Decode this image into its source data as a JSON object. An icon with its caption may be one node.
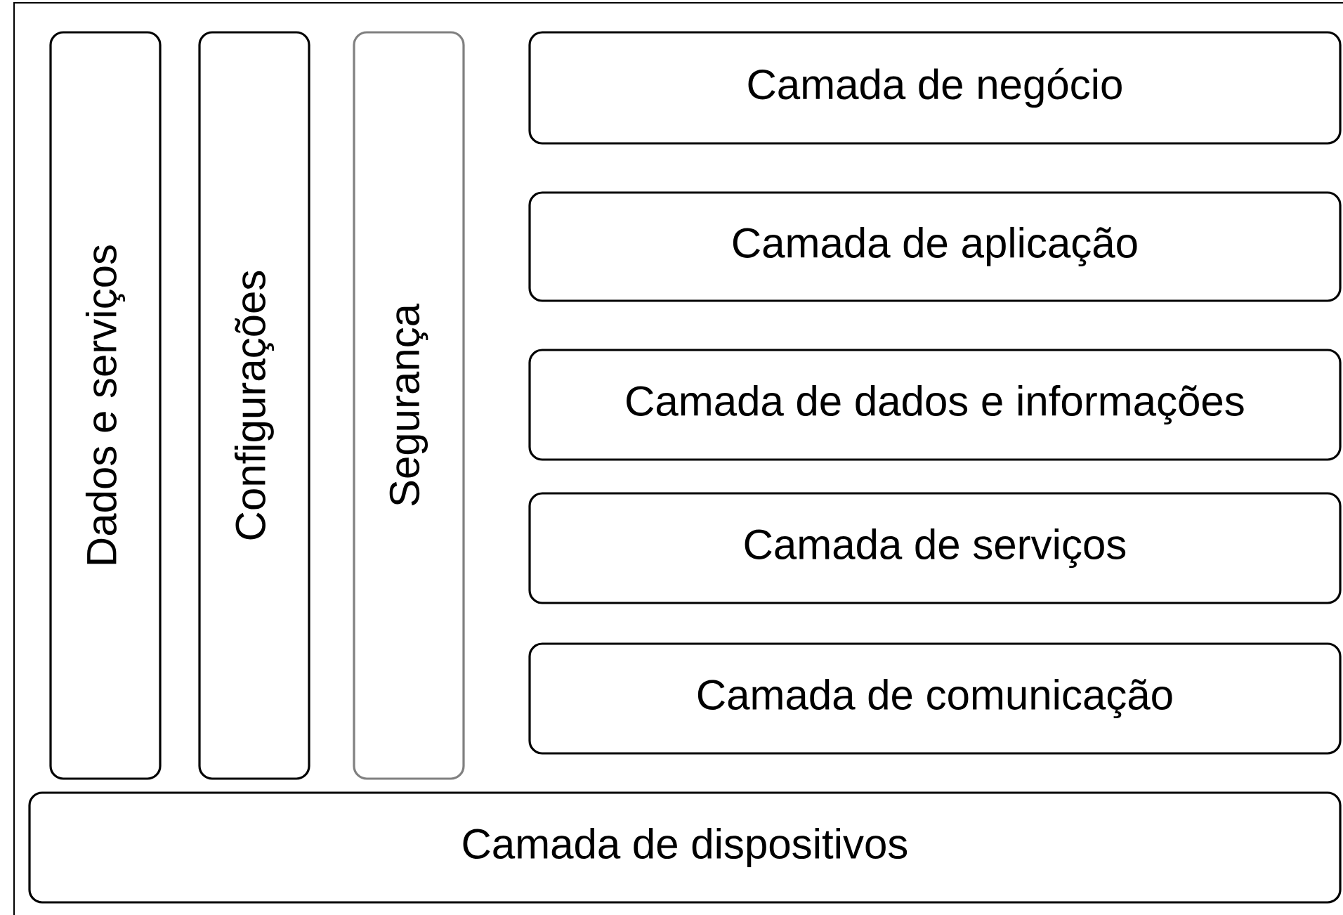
{
  "diagram": {
    "nodes": [
      {
        "text": [
          "Dados e serviços"
        ]
      },
      {
        "text": [
          "Configurações"
        ]
      },
      {
        "text": [
          "Segurança"
        ]
      },
      {
        "text": [
          "Camada de negócio"
        ]
      },
      {
        "text": [
          "Camada de aplicação"
        ]
      },
      {
        "text": [
          "Camada de dados e informações"
        ]
      },
      {
        "text": [
          "Camada de serviços"
        ]
      },
      {
        "text": [
          "Camada de comunicação"
        ]
      },
      {
        "text": [
          "Camada de dispositivos"
        ]
      }
    ]
  }
}
